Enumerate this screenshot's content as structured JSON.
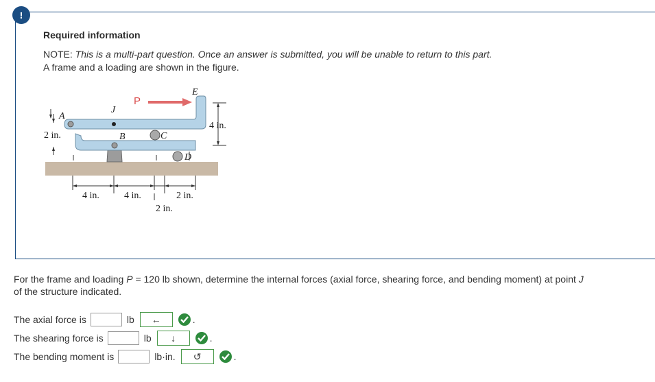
{
  "alert": {
    "glyph": "!"
  },
  "header": {
    "title": "Required information",
    "note_prefix": "NOTE: ",
    "note_text": "This is a multi-part question. Once an answer is submitted, you will be unable to return to this part.",
    "description": "A frame and a loading are shown in the figure."
  },
  "figure": {
    "labels": {
      "A": "A",
      "J": "J",
      "P": "P",
      "E": "E",
      "B": "B",
      "C": "C",
      "D": "D",
      "dim_2in_left": "2 in.",
      "dim_4in_right": "4 in.",
      "dim_4in_1": "4 in.",
      "dim_4in_2": "4 in.",
      "dim_2in_bottom": "2 in.",
      "dim_2in_right": "2 in."
    },
    "colors": {
      "frame": "#b5d3e7",
      "frame_outline": "#6e8fa6",
      "load_arrow": "#e06a6a",
      "ground": "#c9b9a6"
    }
  },
  "question": {
    "prefix": "For the frame and loading ",
    "var": "P",
    "middle": " = 120 lb shown, determine the internal forces (axial force, shearing force, and bending moment) at point ",
    "point": "J",
    "suffix": " of the structure indicated."
  },
  "answers": [
    {
      "label": "The axial force is",
      "value": "",
      "unit": "lb",
      "direction": "←"
    },
    {
      "label": "The shearing force is",
      "value": "",
      "unit": "lb",
      "direction": "↓"
    },
    {
      "label": "The bending moment is",
      "value": "",
      "unit": "lb·in.",
      "direction": "↺"
    }
  ],
  "punctuation": "."
}
